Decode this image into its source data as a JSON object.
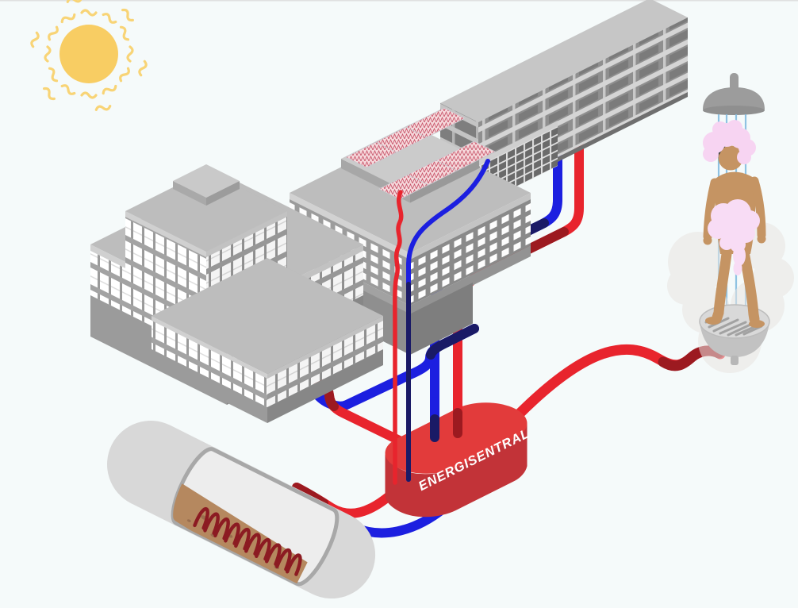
{
  "scene": {
    "description": "isometric-district-heating-diagram",
    "visible_text": [
      "ENERGISENTRAL"
    ]
  },
  "energy_central": {
    "label": "ENERGISENTRAL"
  },
  "components": {
    "sun": "sun",
    "left_cluster": "office-buildings",
    "solar_building": "building-with-rooftop-solar-collectors",
    "apartment_building": "long-apartment-block",
    "podium": "ground-floor-podium",
    "energy_central": "energy-central-unit",
    "tank": "wastewater-heat-recovery-tank",
    "coil": "heat-exchanger-coil",
    "shower": "person-showering",
    "hot_pipes": "hot-water-supply-pipes",
    "cold_pipes": "cold-return-pipes"
  },
  "colors": {
    "background": "#f5fafa",
    "hairline": "#e0e0e0",
    "sun": "#f8cd63",
    "sun_ray": "#f8d476",
    "pipe_hot": "#e8242d",
    "pipe_hot_dark": "#9c1a20",
    "pipe_cold": "#1c1fe0",
    "pipe_cold_dark": "#1a1a66",
    "central_top": "#e23b3b",
    "central_front": "#c23338",
    "label": "#ffffff",
    "panel_bg": "#f6d9dc",
    "panel_hatch": "#c9566b",
    "tank_shell": "#d8d8d8",
    "tank_inner": "#ededed",
    "tank_rim": "#a8a8a8",
    "sewage": "#b5885f",
    "coil": "#8c1b22",
    "skin": "#c59463",
    "hair": "#22302e",
    "foam": "#f7d4f2",
    "steam": "#e9e5e2",
    "water": "#85bce0",
    "shower_metal": "#9c9c9c",
    "building_roof": "#bdbdbd",
    "building_face_light": "#9c9c9c",
    "building_face_dark": "#8a8a8a"
  }
}
